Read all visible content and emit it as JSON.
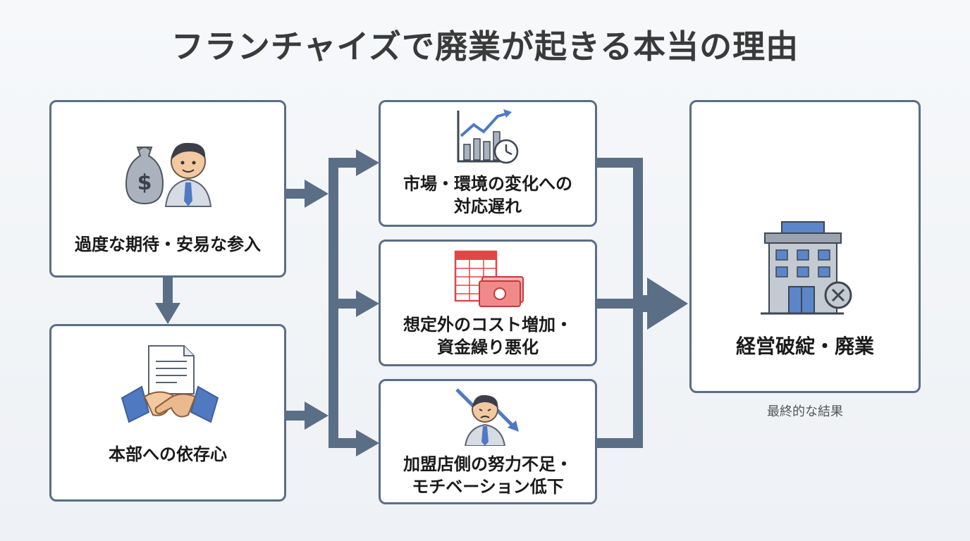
{
  "title": "フランチャイズで廃業が起きる本当の理由",
  "causes": [
    {
      "label": "過度な期待・安易な参入",
      "icon": "money-bag-businessman-icon"
    },
    {
      "label": "本部への依存心",
      "icon": "handshake-contract-icon"
    }
  ],
  "effects": [
    {
      "label": "市場・環境の変化への\n対応遅れ",
      "icon": "rising-chart-clock-icon"
    },
    {
      "label": "想定外のコスト増加・\n資金繰り悪化",
      "icon": "spreadsheet-cash-icon"
    },
    {
      "label": "加盟店側の努力不足・\nモチベーション低下",
      "icon": "worried-man-down-arrow-icon"
    }
  ],
  "result": {
    "label": "経営破綻・廃業",
    "caption": "最終的な結果",
    "icon": "closed-building-icon"
  },
  "colors": {
    "border": "#5a6e86",
    "arrow": "#5a6e86",
    "accent_blue": "#5b86c9",
    "accent_red": "#e04848"
  }
}
